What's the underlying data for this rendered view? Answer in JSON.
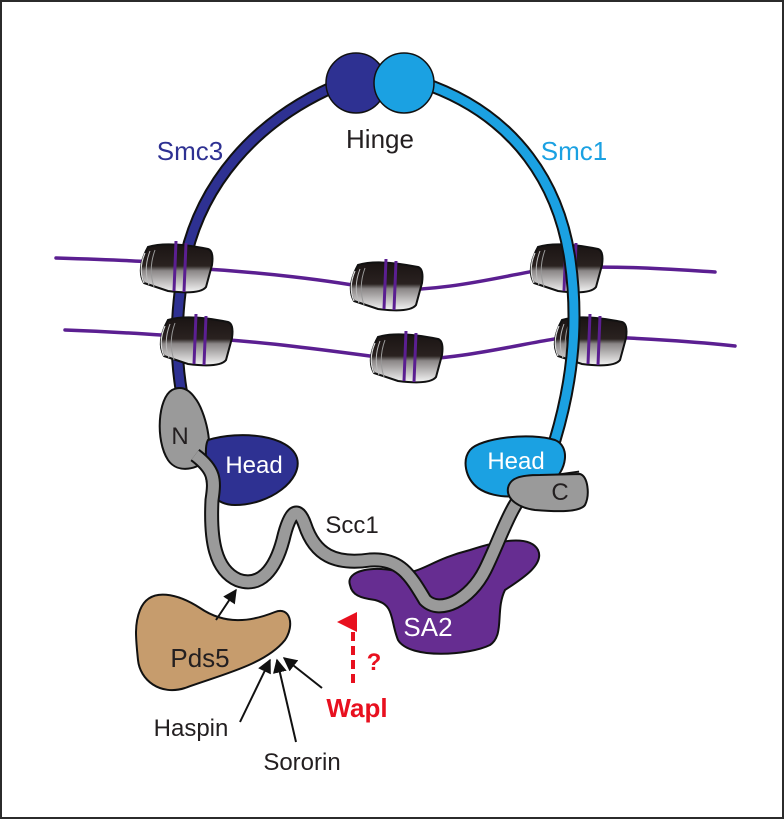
{
  "title": "Cohesin ring with Scc1, SA2, Pds5 and regulators",
  "colors": {
    "smc3": "#2e3192",
    "smc1": "#1ba1e2",
    "scc1": "#9a9a9a",
    "sa2": "#662d91",
    "pds5": "#c69c6d",
    "dna": "#5b1f91",
    "wapl": "#e8101f",
    "text": "#231f20",
    "outline": "#111111"
  },
  "labels": {
    "hinge": "Hinge",
    "smc3": "Smc3",
    "smc1": "Smc1",
    "head_left": "Head",
    "head_right": "Head",
    "n_terminus": "N",
    "c_terminus": "C",
    "scc1": "Scc1",
    "sa2": "SA2",
    "pds5": "Pds5",
    "haspin": "Haspin",
    "sororin": "Sororin",
    "wapl": "Wapl",
    "question": "?"
  },
  "icons": {
    "nucleosome": "nucleosome-cylinder-icon",
    "arrow": "arrow-icon",
    "dashed_arrow": "dashed-arrow-icon"
  }
}
